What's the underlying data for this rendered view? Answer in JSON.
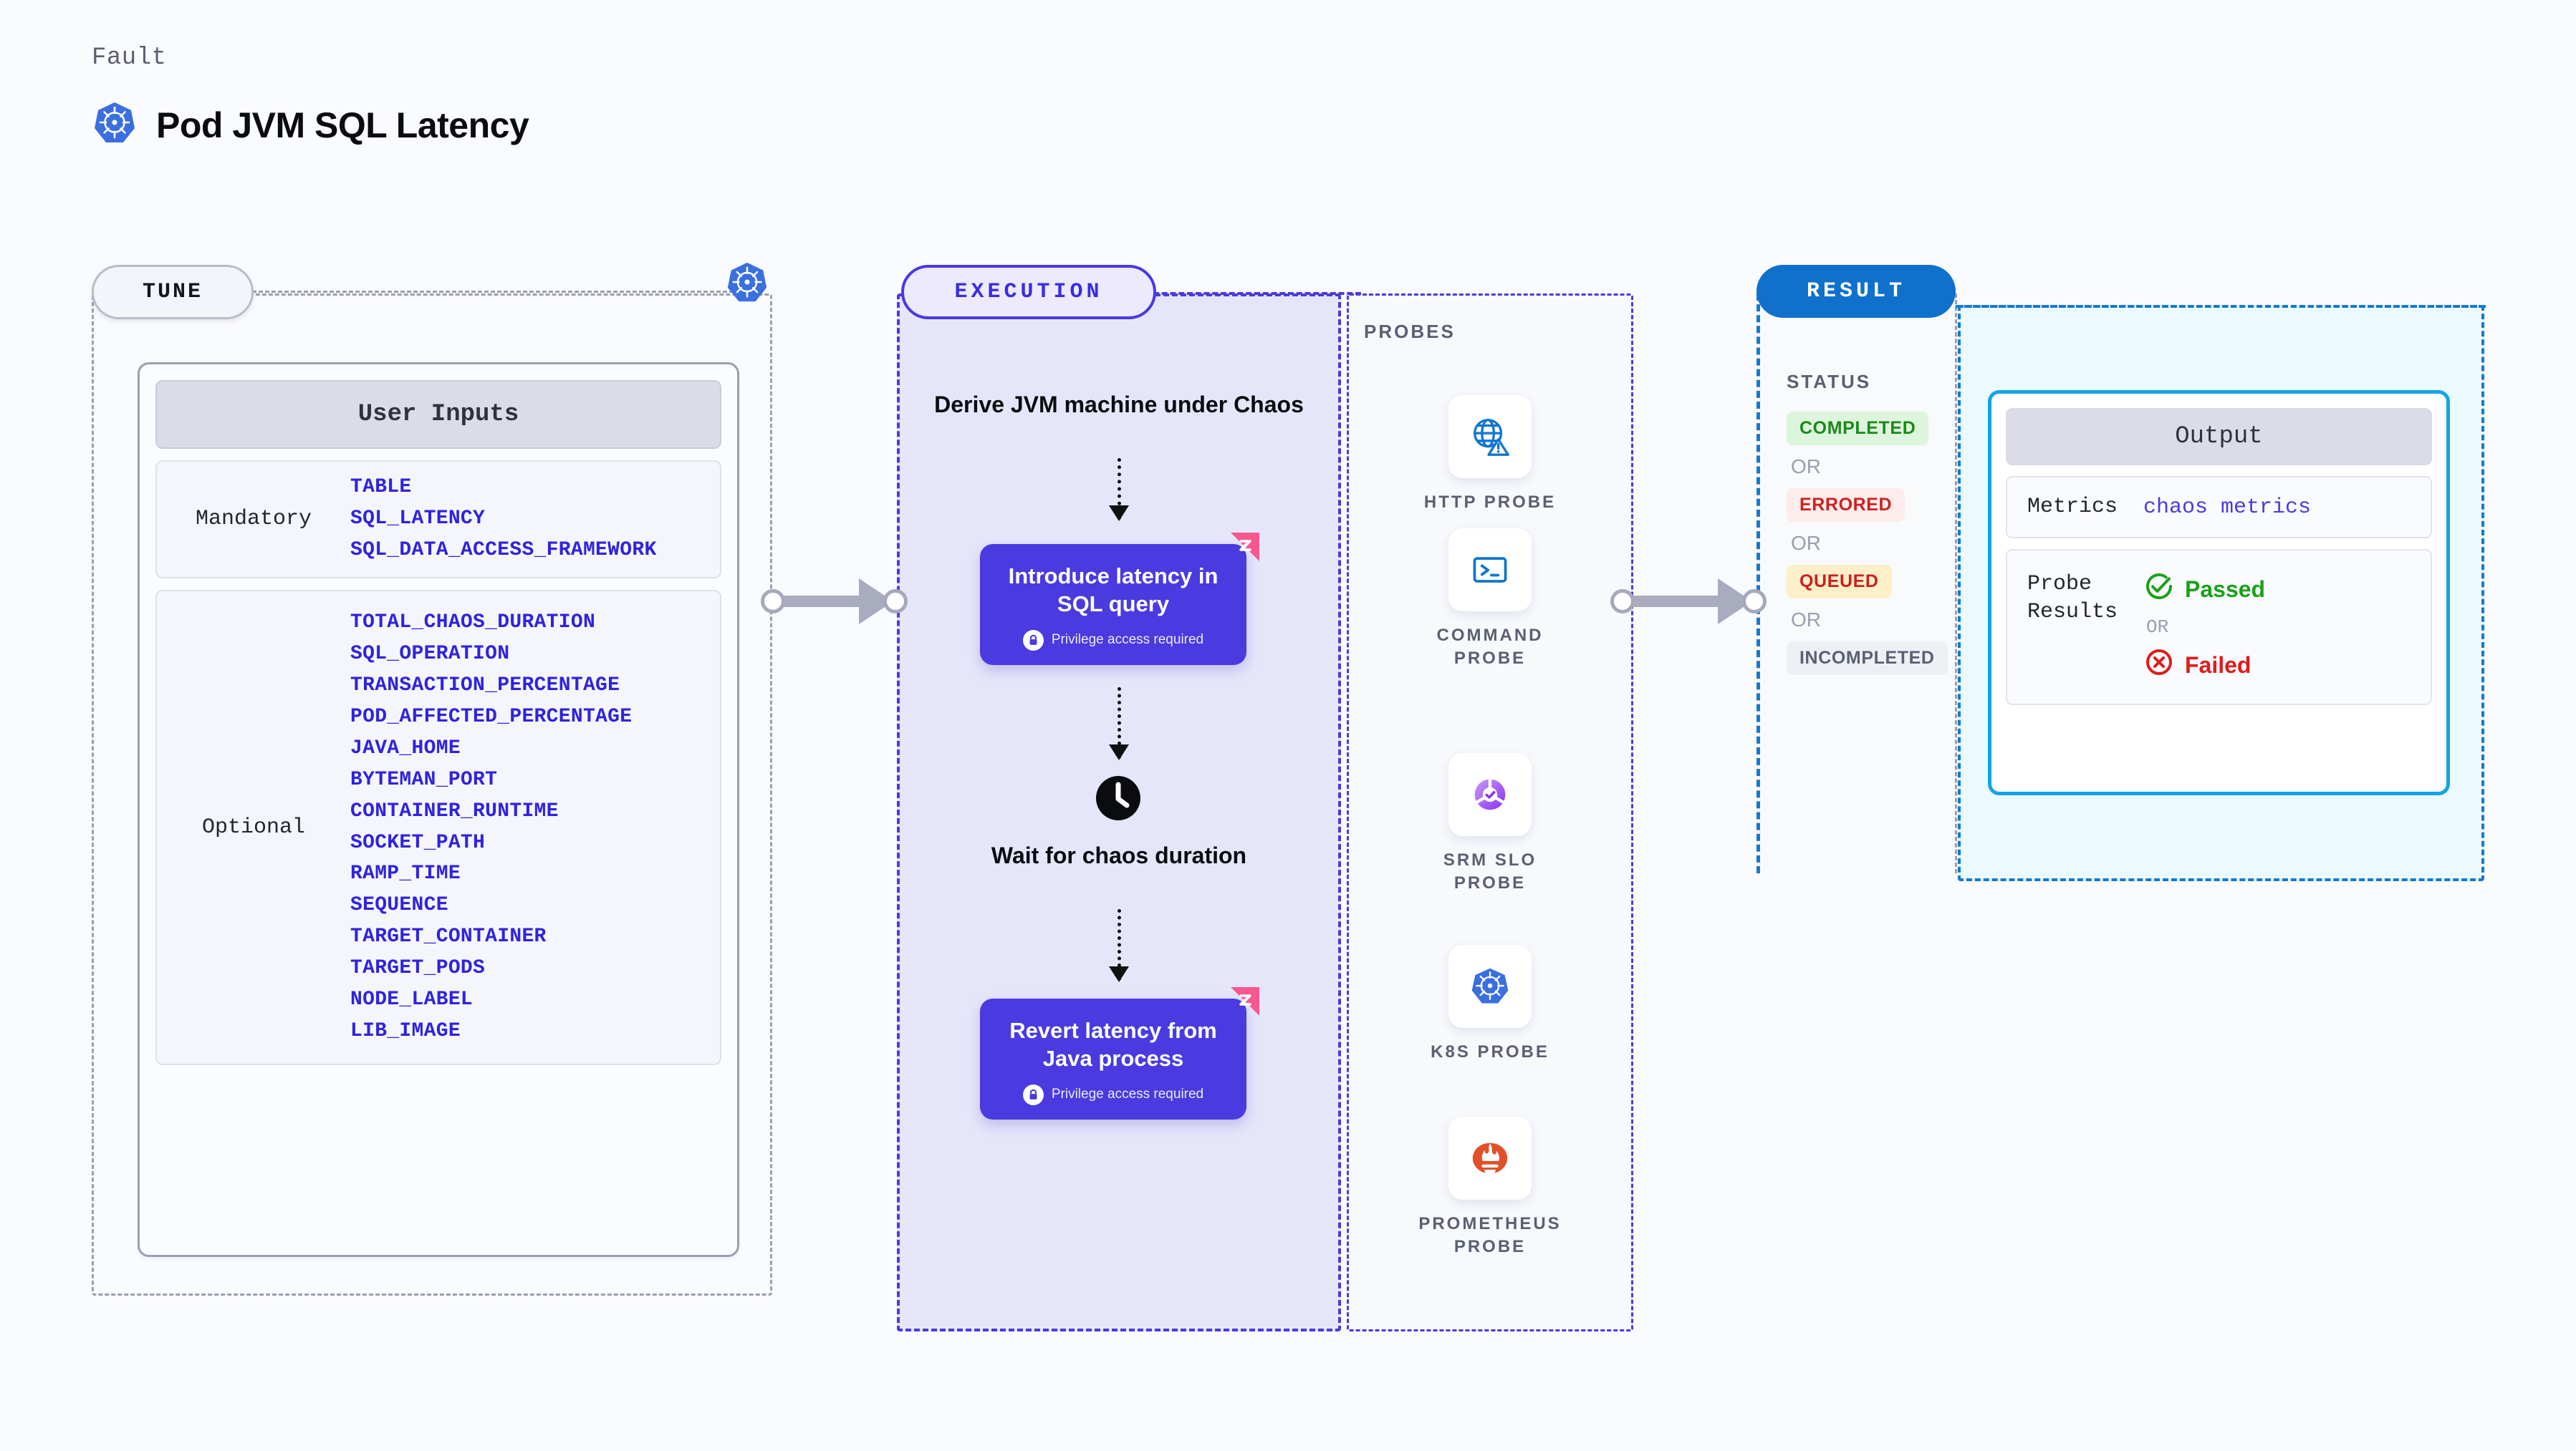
{
  "header": {
    "kicker": "Fault",
    "title": "Pod JVM SQL Latency",
    "icon": "kubernetes-icon"
  },
  "tune": {
    "tag": "TUNE",
    "node_icon": "kubernetes-icon",
    "card_title": "User Inputs",
    "groups": [
      {
        "kind": "Mandatory",
        "params": [
          "TABLE",
          "SQL_LATENCY",
          "SQL_DATA_ACCESS_FRAMEWORK"
        ]
      },
      {
        "kind": "Optional",
        "params": [
          "TOTAL_CHAOS_DURATION",
          "SQL_OPERATION",
          "TRANSACTION_PERCENTAGE",
          "POD_AFFECTED_PERCENTAGE",
          "JAVA_HOME",
          "BYTEMAN_PORT",
          "CONTAINER_RUNTIME",
          "SOCKET_PATH",
          "RAMP_TIME",
          "SEQUENCE",
          "TARGET_CONTAINER",
          "TARGET_PODS",
          "NODE_LABEL",
          "LIB_IMAGE"
        ]
      }
    ]
  },
  "execution": {
    "tag": "EXECUTION",
    "step_derive": "Derive JVM machine under Chaos",
    "card_introduce": {
      "title": "Introduce latency in SQL query",
      "note": "Privilege access required",
      "note_icon": "lock-icon",
      "corner_icon": "chaos-badge-icon"
    },
    "step_wait": "Wait for chaos duration",
    "wait_icon": "clock-icon",
    "card_revert": {
      "title": "Revert latency from Java process",
      "note": "Privilege access required",
      "note_icon": "lock-icon",
      "corner_icon": "chaos-badge-icon"
    }
  },
  "probes": {
    "label": "PROBES",
    "items": [
      {
        "name": "HTTP PROBE",
        "icon": "globe-warning-icon"
      },
      {
        "name": "COMMAND PROBE",
        "icon": "terminal-icon"
      },
      {
        "name": "SRM SLO PROBE",
        "icon": "srm-slo-icon"
      },
      {
        "name": "K8S PROBE",
        "icon": "kubernetes-icon"
      },
      {
        "name": "PROMETHEUS PROBE",
        "icon": "prometheus-icon"
      }
    ]
  },
  "result": {
    "tag": "RESULT",
    "status_label": "STATUS",
    "or_text": "OR",
    "statuses": [
      {
        "label": "COMPLETED",
        "color": "#1a8a1a",
        "bg": "#ddf5dd"
      },
      {
        "label": "ERRORED",
        "color": "#cc1f1f",
        "bg": "#fdecec"
      },
      {
        "label": "QUEUED",
        "color": "#cc1f1f",
        "bg": "#fdf0c8"
      },
      {
        "label": "INCOMPLETED",
        "color": "#5a6072",
        "bg": "#eef0f5"
      }
    ],
    "output": {
      "title": "Output",
      "metrics_key": "Metrics",
      "metrics_value": "chaos metrics",
      "probe_key": "Probe Results",
      "passed": "Passed",
      "passed_icon": "check-circle-icon",
      "or_text": "OR",
      "failed": "Failed",
      "failed_icon": "x-circle-icon"
    }
  },
  "colors": {
    "accent_purple": "#4a3ae0",
    "accent_blue": "#1071cd",
    "accent_cyan": "#13a4e8",
    "pink": "#f9578f",
    "page_bg": "#fafbff"
  }
}
